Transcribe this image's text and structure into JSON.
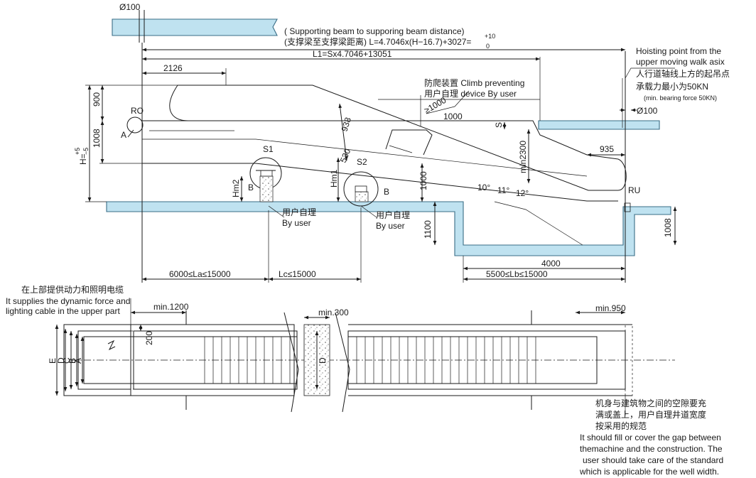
{
  "labels": {
    "dia_top": "Ø100",
    "beam_note_en": "( Supporting beam to supporing beam distance)",
    "beam_note_formula": "(支撑梁至支撑梁距离) L=4.7046x(H−16.7)+3027=",
    "tol_plus": "+10",
    "tol_zero": "0",
    "l1_formula": "L1=Sx4.7046+13051",
    "dim_2126": "2126",
    "dim_900": "900",
    "dim_1008_left": "1008",
    "dim_h": "H=",
    "dim_h_plus": "+5",
    "dim_h_minus": "−5",
    "ro": "RO",
    "a_left": "A",
    "s1": "S1",
    "s2": "S2",
    "b_left": "B",
    "b_mid": "B",
    "hm2": "Hm2",
    "hm1": "Hm1",
    "dim_530": "530",
    "dim_938": "938",
    "dim_1000_slope": "1000",
    "dim_1000_vert": "1000",
    "dim_ge1000": "≥1000",
    "dim_min2300": "min2300",
    "s_mark": "S",
    "climb_cn": "防爬装置 Climb preventing",
    "climb_en": "用户自理 device By user",
    "hoist_en1": "Hoisting point from the",
    "hoist_en2": "upper moving walk asix",
    "hoist_cn1": "人行道轴线上方的起吊点",
    "hoist_cn2": "承载力最小为50KN",
    "hoist_en3": "(min. bearing force 50KN)",
    "dia_right": "Ø100",
    "dim_935": "935",
    "ang_10": "10°",
    "ang_11": "11°",
    "ang_12": "12°",
    "ru": "RU",
    "dim_1100": "1100",
    "dim_1008_right": "1008",
    "by_user_cn1": "用户自理",
    "by_user_en1": "By user",
    "by_user_cn2": "用户自理",
    "by_user_en2": "By user",
    "dim_4000": "4000",
    "dim_la": "6000≤La≤15000",
    "dim_lc": "Lc≤15000",
    "dim_lb": "5500≤Lb≤15000",
    "power_cn": "在上部提供动力和照明电缆",
    "power_en1": "It supplies the dynamic force and",
    "power_en2": "lighting cable in the upper part",
    "min1200": "min.1200",
    "dim_200": "200",
    "min300": "min.300",
    "min950": "min.950",
    "w_e": "E",
    "w_d": "D",
    "w_c": "C",
    "w_b": "B",
    "w_a": "A",
    "w_d_mid": "D",
    "gap_cn1": "机身与建筑物之间的空隙要充",
    "gap_cn2": "满或盖上，用户自理井道宽度",
    "gap_cn3": "按采用的规范",
    "gap_en1": "It should fill or cover the gap between",
    "gap_en2": "themachine and the construction. The",
    "gap_en3": "user should take care of the standard",
    "gap_en4": "which is applicable for the well width."
  },
  "colors": {
    "concrete_fill": "#bfe2f0",
    "concrete_edge": "#3a6d86",
    "ink": "#1a1a1a"
  }
}
